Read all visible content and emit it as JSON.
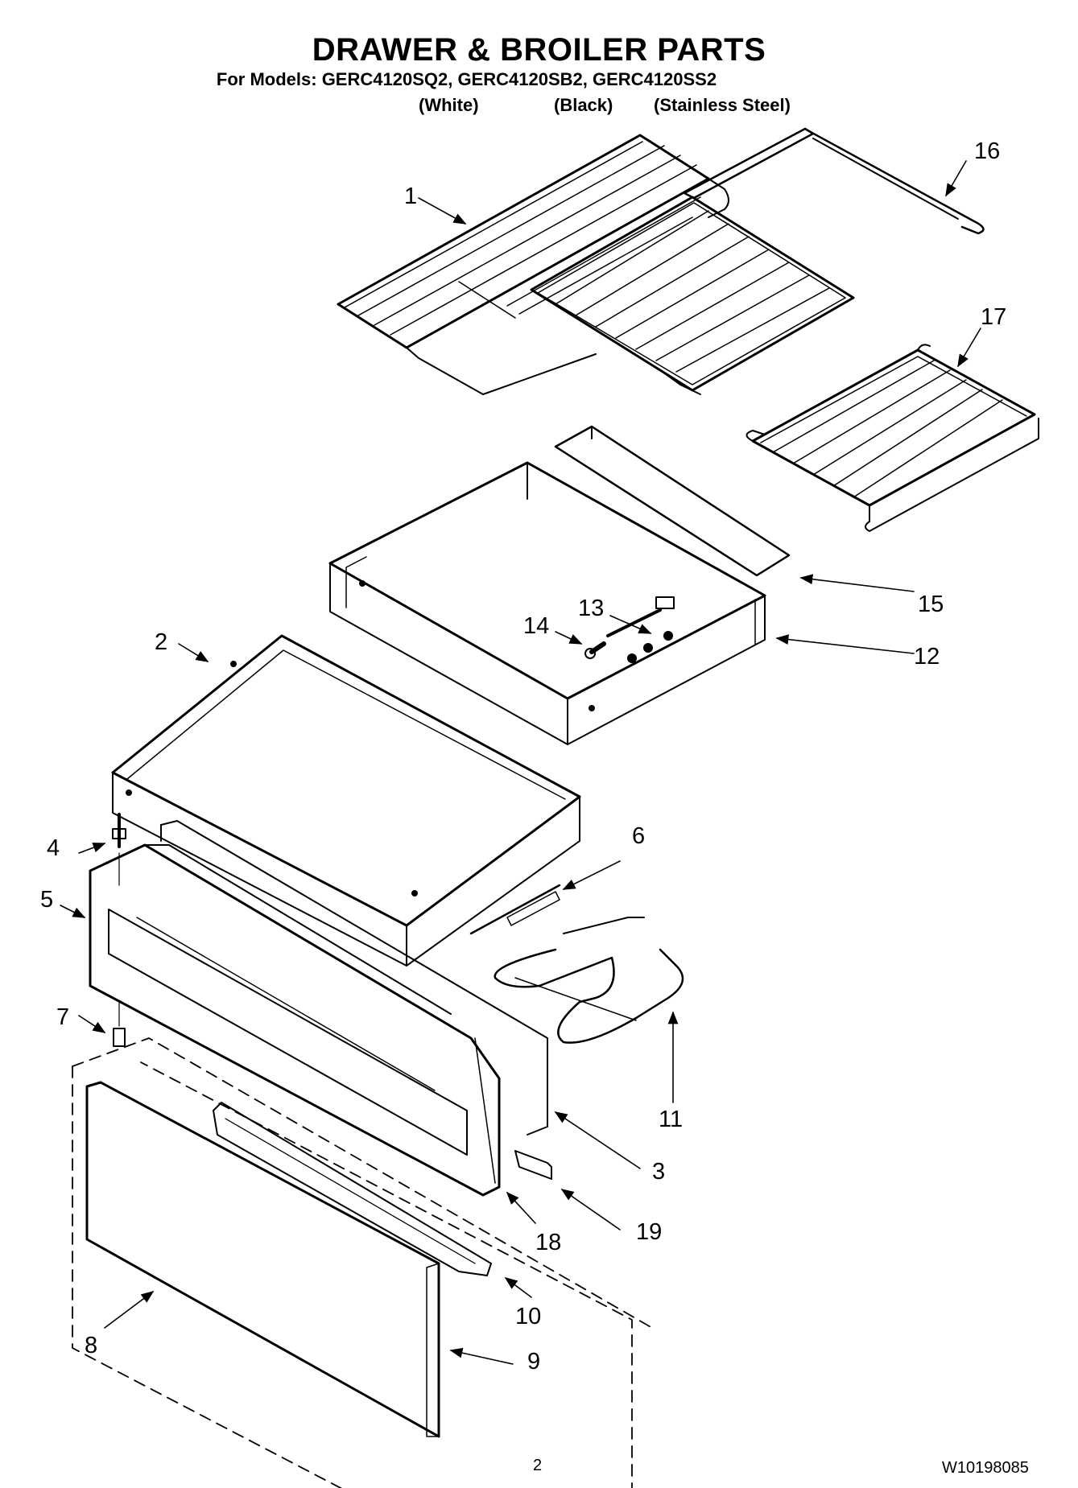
{
  "header": {
    "title": "DRAWER & BROILER PARTS",
    "subtitle": "For Models: GERC4120SQ2, GERC4120SB2, GERC4120SS2",
    "variants": [
      "(White)",
      "(Black)",
      "(Stainless Steel)"
    ]
  },
  "callouts": {
    "c1": "1",
    "c2": "2",
    "c3": "3",
    "c4": "4",
    "c5": "5",
    "c6": "6",
    "c7": "7",
    "c8": "8",
    "c9": "9",
    "c10": "10",
    "c11": "11",
    "c12": "12",
    "c13": "13",
    "c14": "14",
    "c15": "15",
    "c16": "16",
    "c17": "17",
    "c18": "18",
    "c19": "19"
  },
  "footer": {
    "page_number": "2",
    "doc_number": "W10198085"
  }
}
